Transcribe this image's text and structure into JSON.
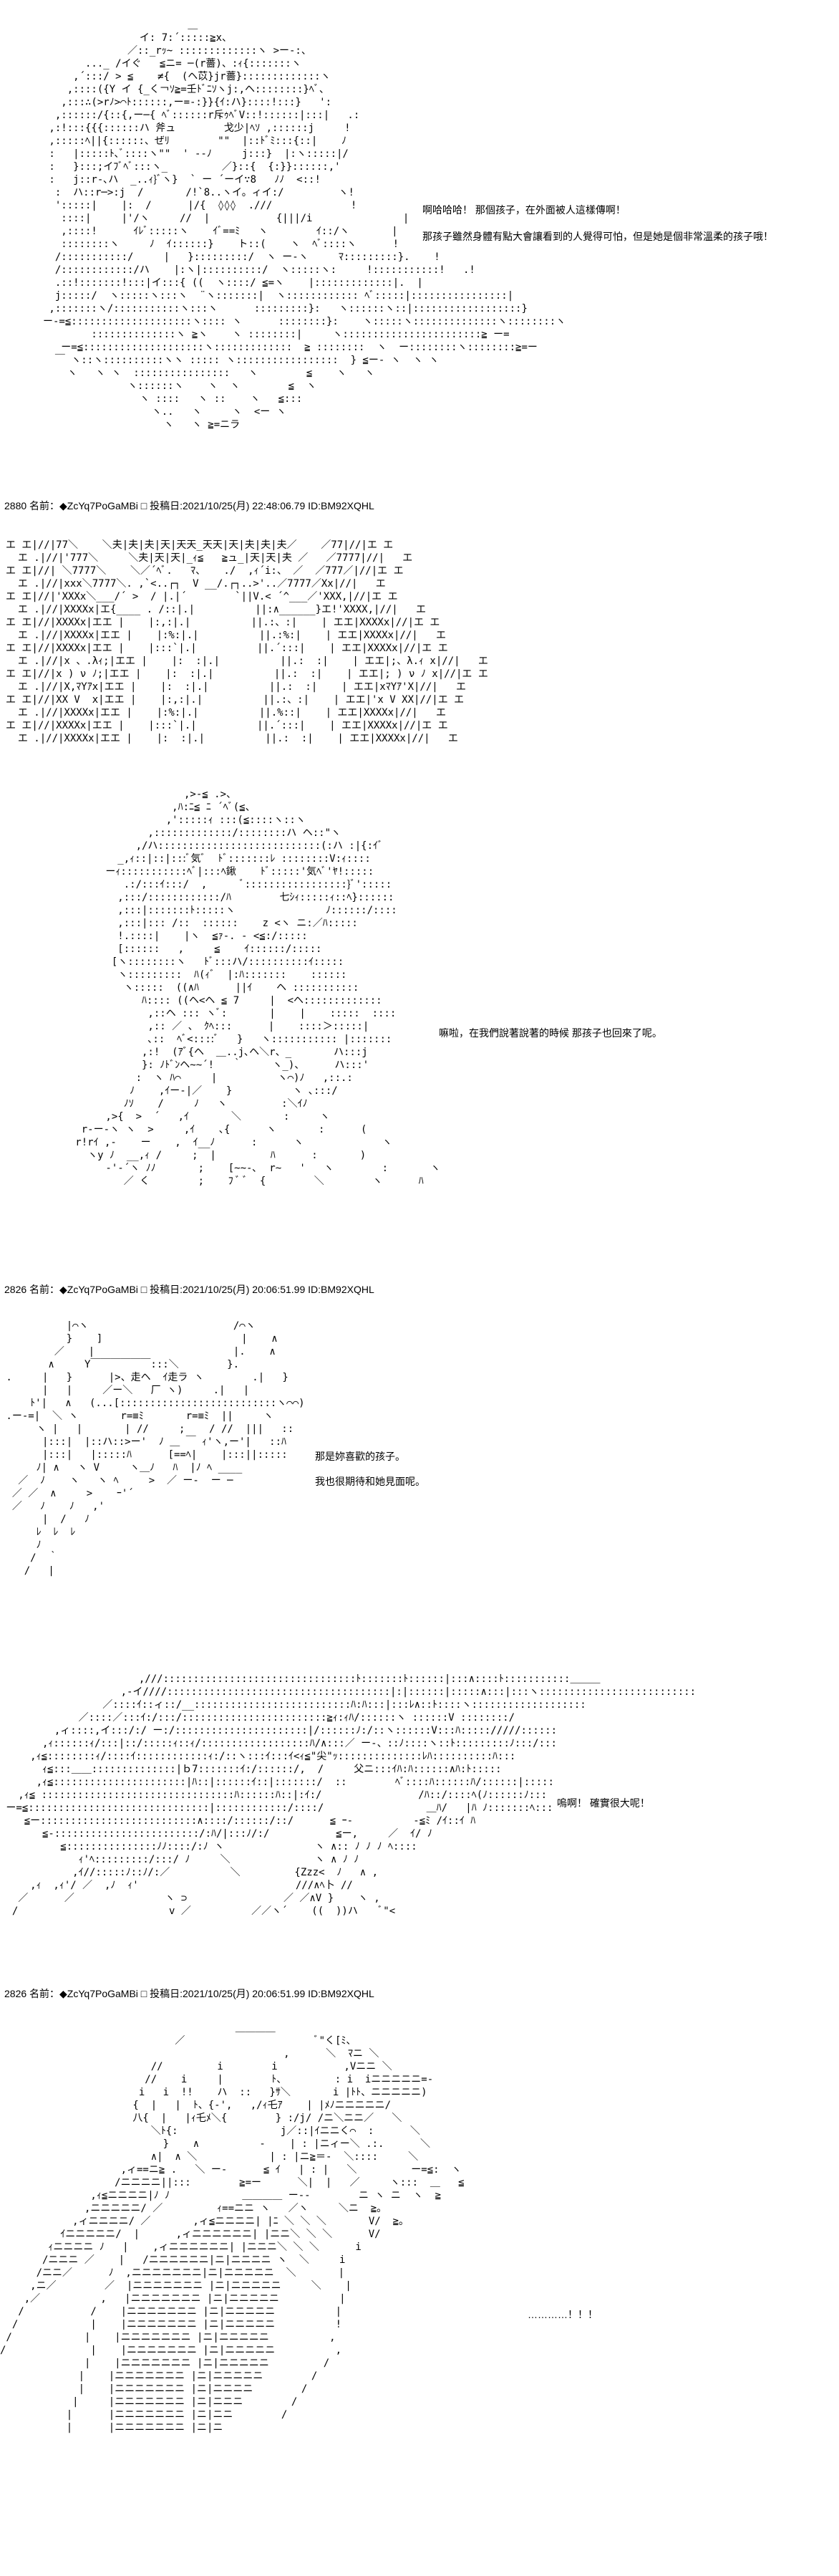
{
  "posts": [
    {
      "art": [
        "                        ＿",
        "                イ: 7:´:::::≧x、",
        "              ／::_rｯ~ :::::::::::::ヽ >ー-:、",
        "       ..._ /イぐ   ≦ニ= ─(r薔)、:ｨ{:::::::ヽ",
        "     ,´:::/ > ≦    ≠{  (ヘ苡}jr薔}:::::::::::::ヽ",
        "    ,::::({Y イ {_く￢ｿ≧=壬ﾄﾞﾆｿヽj:,ヘ::::::::}ﾍﾞ、",
        "   ,:::∴(>rﾉ>⌒ﾄ::::::,ー=-:}}{ｲ:ハ}::::!:::}   ':",
        "  ,::::::/{::{,ー─{ ﾍﾞ::::::r斥ｩﾍﾞV::!::::::|:::|   .:",
        " ,:!:::{{{::::::ハ 斧ュ        戈少|ﾍｿ ,::::::j     !",
        " ,:::::ﾍ||{::::::、ぜﾘ        \"\"  |::ﾄﾞﾐ:::{::|    ﾉ",
        " :   |:::::ﾄ､ﾞ::::ヽ\"\"  ' ‐-ﾉ     j:::}  |:ヽ:::::|/",
        " :   }:::;イﾌﾞﾍﾞ:::ヽ_         ／}::{  {:}}::::::,'",
        " :   j::r-､ハ  _..ｨ}ﾞヽ}  ` ー ´ーイ∵8   ﾉﾉ  <::!",
        "  :  ハ::r─>:j  /       /!`8..ヽイ。ィイ:/         ヽ!",
        "  ':::::|    |:  /      |/{  ◊◊◊  .///             !",
        "   ::::|     |'/ヽ     //  |           {|||/i               |",
        "   ,::::!      ｲﾚﾞ:::::ヽ    ｲﾞ==ﾐ   ヽ        ｲ::/ヽ       |",
        "   ::::::::ヽ     ﾉ  ｲ::::::}    ト::(    ヽ  ﾍﾞ::::ヽ      !",
        "  /:::::::::::/     |   }:::::::::/  ヽ ー-ヽ     ﾏ:::::::::}.    !",
        "  /::::::::::::/ハ    |:ヽ|::::::::::/  ヽ:::::ヽ:     !:::::::::::!   .!",
        "  .::!:::::::!:::|イ:::{ ((  ヽ::::/ ≦=ヽ    |:::::::::::::|.  |",
        "  j:::::/  ヽ:::::ヽ:::ヽ  ¨ヽ:::::::|  ヽ:::::::::::: ﾍﾞ:::::|::::::::::::::::|",
        " ,:::::::ヽ/:::::::::::ヽ:::ヽ      :::::::::}:   ヽ::::::ヽ::|::::::::::::::::::}",
        "ー-=≦::::::::::::::::::::ヽ:::: ヽ      ::::::::}:    ヽ:::::ヽ::::::::::::::ヽ::::::::ヽ",
        "        ::::::::::::::ヽ ≧ヽ    ヽ ::::::::|     ヽ:::::::::::::::::::::::≧ ー=",
        "   ー=≦::::::::::::::::::::ヽ:::::::::::::  ≧ ::::::::  ヽ  ー::::::::ヽ::::::::≧=ー",
        "  ￣ ヽ::ヽ::::::::::ヽヽ ::::: ヽ:::::::::::::::::  } ≦ー- ヽ  ヽ ヽ",
        "    ヽ   ヽ ヽ  ::::::::::::::::   ヽ        ≦    ヽ   ヽ",
        "              ヽ::::::ヽ    ヽ  ヽ        ≦  ヽ",
        "                ヽ ::::   ヽ ::    ヽ   ≦:::",
        "                  ヽ..   ヽ     ヽ  <ー ヽ",
        "                    ヽ   ヽ ≧=ニラ"
      ],
      "dialogue": [
        "啊哈哈哈！ 那個孩子，在外面被人這樣傳啊！",
        "那孩子雖然身體有點大會讓看到的人覺得可怕，但是她是個非常溫柔的孩子哦！"
      ],
      "header": "2880 名前：◆ZcYq7PoGaMBi □ 投稿日:2021/10/25(月) 22:48:06.79 ID:BM92XQHL"
    },
    {
      "art": [
        "エ エ|//|77＼    ＼夫|夫|夫|天|天天_天天|天|夫|夫|夫／    ／77|//|エ エ",
        "  エ .|//|'777＼     ＼夫|天|天|_ｨ≦   ≧ュ_|天|天|夫 ／   ／7777|//|   エ",
        "エ エ|//| ＼7777＼    ＼／´ﾍﾞ.   ﾏ、   ./  ,ｨ´i:、 ／  ／777／|//|エ エ",
        "  エ .|//|xxx＼7777＼. ,`<..┌┐  V __/.┌┐..>'..／7777／Xx|//|   エ",
        "エ エ|//|'XXXx＼___/´ >  / |.|´        `||V.< ´^___／'XXX,|//|エ エ",
        "  エ .|//|XXXXx|エ{____ . /::|.|          ||:∧______}エ!'XXXX,|//|   エ",
        "エ エ|//|XXXXx|エエ |    |:,:|.|          ||.:、:|    | エエ|XXXXx|//|エ エ",
        "  エ .|//|XXXXx|エエ |    |:%:|.|          ||.:%:|    | エエ|XXXXx|//|   エ",
        "エ エ|//|XXXXx|エエ |    |:::`|.|          ||.´:::|    | エエ|XXXXx|//|エ エ",
        "  エ .|//|x 、.λｨ;|エエ |    |:  :|.|          ||.:  :|    | エエ|;、λ.ｨ x|//|   エ",
        "エ エ|//|x ) ν ﾉ;|エエ |    |:  :|.|          ||.:  :|    | エエ|; ) ν ﾉ x|//|エ エ",
        "  エ .|//|X,ﾏYｱx|エエ |    |:  :|.|          ||.:  :|    | エエ|xﾏYｱ'X|//|   エ",
        "エ エ|//|XX V  x|エエ |    |:,:|.|          ||.:、:|    | エエ|'x V XX|//|エ エ",
        "  エ .|//|XXXXx|エエ |    |:%:|.|          ||.%::|    | エエ|XXXXx|//|   エ",
        "エ エ|//|XXXXx|エエ |    |:::`|.|          ||.´:::|    | エエ|XXXXx|//|エ エ",
        "  エ .|//|XXXXx|エエ |    |:  :|.|          ||.:  :|    | エエ|XXXXx|//|   エ"
      ]
    },
    {
      "art": [
        "                     ,>‐≦ .>、",
        "                   ,ﾊ:ﾆ≦ ﾆ ´ﾍﾞ(≦、",
        "                  ,':::::ｨ :::(≦::::ヽ::ヽ",
        "               ,:::::::::::::/::::::::ハ ヘ::\"ヽ",
        "             ,/ハ:::::::::::::::::::::::::::(:ハ :|{:ｲﾞ",
        "          _,ｨ::|::|:::ﾞ気ﾞ  ﾄﾞ:::::::ﾚ ::::::::V:ｨ::::",
        "        ーｨ:::::::::::ﾍﾞ|:::ﾍ鍬    ﾄﾞ:::::'気ﾍﾞ'ﾔ!:::::",
        "           .:/:::ｲ:::/  ,      ﾞ:::::::::::::::::}ﾞ':::::",
        "          ,:::/::::::::::::/ﾊ        七ｼｨ:::::ｨ::ﾍ}::::::",
        "          ,:::|:::::::ﾄ:::::ヽ               ﾉ::::::/::::",
        "          ,:::|::: /::  ::::::    z <ヽ ニ:／ﾊ:::::",
        "          !.::::|    |ヽ  ≦ｧ‐. ‐ <≦:/:::::",
        "          [::::::   ,     ≦    ｲ::::::/:::::",
        "         [ヽ::::::::ヽ   ﾄﾞ:::ハ/::::::::::ｲ:::::",
        "          ヽ:::::::::  ﾊ(ｨﾞ  |:ﾊ:::::::    ::::::",
        "           ヽ:::::  ((∧ﾊ      ||ｲ    ヘ :::::::::::",
        "              ﾊ:::: ((ヘ<ヘ ≦ 7     |  <ヘ:::::::::::::",
        "               ,::ヘ ::: ヽﾞ:       |    |    :::::  ::::",
        "               ,:: ／ 、 ｸﾍ:::      |    ::::＞:::::|",
        "               ､::  ﾍﾞ<::::ﾞ   }   ヽ::::::::::: |:::::::",
        "              ,:!  (ｱﾞ{ヘ  ＿..j､ヘ＼r、_       ハ:::j",
        "              }: ﾉﾄﾞﾝヘ~~´!   ｀     ヽ_)、     ハ:::'",
        "             :  ヽ ﾊ⌒     |          ヽ⌒)ﾉ   ,::.:",
        "            ﾉ    ,ｲー-|／    }          ヽ ､:::/",
        "           ﾉｿ    /     ﾉ   ヽ         :＼ｲﾉ",
        "        ,>{  >  ´   ,ｲ       ＼       :     ヽ",
        "    r-ー-ヽ ヽ  >     ,ｲ    ､{      ヽ       :      (",
        "   r!rｲ ,-    ー    ,  ｲ__ﾉ      :      ヽ             ヽ",
        "     ヽy ﾉ  __,ｨ /     ;  |         ﾊ      :       )",
        "        -'-´ヽ ﾉﾉ       ;    [~~-､  r~   '   ヽ        :       ヽ",
        "           ／ く        ;    ﾌ ﾞ ﾞ  {        ＼        ヽ      ﾊ"
      ],
      "dialogue": [
        "嘛啦，在我們說著說著的時候 那孩子也回來了呢。"
      ],
      "header": "2826 名前：◆ZcYq7PoGaMBi □ 投稿日:2021/10/25(月) 20:06:51.99 ID:BM92XQHL"
    },
    {
      "art": [
        "           |⌒ヽ                        /⌒ヽ",
        "           }    ]                       |    ∧",
        "         ／    |                       |.    ∧",
        "        ∧     Y￣￣￣￣￣￣:::＼        }.",
        " .     |   }      |>、走ヘ  ｲ走ラ ヽ        .|   }",
        "       |   |     ／ー＼   厂 ヽ)     .|   |",
        "     ﾄ'|   ∧   (...[::::::::::::::::::::::::::ヽ⌒⌒)",
        " .ー-=|  ＼ ヽ       r=≡ﾐ       r=≡ﾐ  ||     ヽ",
        "      ヽ |   |       | //     ;    / //  |||   ::",
        "       |:::|  |::ハ::>ー'  ﾉ ＿ ￣ ｨ'ヽ,ー'|   ::ﾊ",
        "       |:::|   |:::::ﾊ      [==ﾍ|    |:::||:::::",
        "      ﾉ| ∧   ヽ V     ヽ＿ﾉ   ﾊ  |ﾉ ﾍ ____",
        "   ／  ﾉ    ヽ   ヽ ﾍ     >  ／ ー-  ー ─",
        "  ／ ／  ∧     >    ｰ'´",
        "  ／   ﾉ    ﾉ   ,'",
        "       |  /   ﾉ",
        "      ﾚ  ﾚ  ﾚ",
        "      ﾉ",
        "     /  ｀",
        "    /   |"
      ],
      "dialogue": [
        "那是妳喜歡的孩子。",
        "我也很期待和她見面呢。"
      ]
    },
    {
      "art": [
        "                       ,///::::::::::::::::::::::::::::::::ﾄ:::::::ﾄ::::::|:::∧::::ﾄ:::::::::::＿＿＿",
        "                    ,-イ////:::::::::::::::::::::::::::::::::::::|:|::::::|:::::∧:::|:::ヽ::::::::::::::::::::::::::",
        "                 ／::::ｲ::ィ::/__::::::::::::::::::::::::::ﾊ:ﾊ:::|:::ﾚ∧::ﾄ::::ヽ:::::::::::::::::::",
        "             ／::::／:::ｲ:/:::/::::::::::::::::::::::::≧ｨ:ｨﾊ/::::::ヽ ::::::V ::::::::/",
        "         ,ィ::::,イ:::/:/ ー:/::::::::::::::::::::::|/::::::ﾉ:/::ヽ::::::V:::ﾊ::::://///::::::",
        "       ,ｨ::::::ｨ/:::|::/:::::ｨ::ｨ/::::::::::::::::::ﾊ/∧:::／ ー-、::ﾉ::::ヽ::ﾄ:::::::::ﾉ:::/:::",
        "     ,ｨ≦::::::::ｨ/::::ｲ::::::::::::ｨ:/::ヽ:::ｲ:::ｲ<ｨ≦\"尖\"ｯ::::::::::::::ﾚﾊ::::::::::ﾊ:::",
        "       ｨ≦:::＿＿::::::::::::::|ｂ7:::::::ｲ:/::::::/,  /     父ニ:::ｲﾊ:ﾊ::::::∧ﾊ:ﾄ:::::",
        "      ,ｨ≦::::::::::::::::::::::|ﾊ::|::::::ｲ::|:::::::/  ::        ﾍﾞ::::ﾊ::::::ﾊ/::::::|:::::",
        "   ,ｨ≦ ::::::::::::::::::::::::::::::::ﾊ::::::ﾊ::|:ｲ:/                /ﾊ::/::::ﾍ(ﾉ::::::ﾉ:::",
        " ー=≦::::::::::::::::::::::::::::::|::::::::::::/::::/                 ＿ﾊ/   |ﾊ ﾉ:::::::ﾍ:::",
        "    ≦ー::::::::::::::::::::::::::∧::::/::::::/::/      ≦ ｰ-          -≦ﾐ /ｲ::ｲ ﾊ",
        "       ≦-::::::::::::::::::::::::/:ﾊ/|:::ﾉ/:/           ≦ー,     ／  ｲ/ ﾉ",
        "          ≦:::::::::::::::ﾉﾉ::::/:ﾉ ヽ               ヽ ∧:: ﾉ ﾉ ﾉ ﾍ::::",
        "             ｨ'ﾍ:::::::::/:::/ ﾉ     ＼              ヽ ∧ ﾉ ﾉ",
        "            ,ｲ//:::::ﾉ::ﾉ/:／          ＼         {Zzz<  ﾉ   ∧ ,",
        "     ,ｨ  ,ｨ'/ ／  ,ﾉ  ｨ'                          ///∧ﾍ卜 //",
        "   ／      ／               ヽ ⊃                ／ ／∧V }    ヽ ,",
        "  /                         v ／          ／／ヽ´    ((  ))ハ    ﾞ\"<"
      ],
      "dialogue": [
        "嗚啊！ 確實很大呢！"
      ],
      "header": "2826 名前：◆ZcYq7PoGaMBi □ 投稿日:2021/10/25(月) 20:06:51.99 ID:BM92XQHL"
    },
    {
      "art": [
        "                                       ＿＿＿＿",
        "                             ／                      ﾞ\"く[ﾐ、",
        "                                               ,      ＼  ﾏニ ＼",
        "                         //         i        i           ,Vニニ ＼",
        "                        //    i     |        ﾄ、        : i  iニニニニニ=-",
        "                       i   i  !!    ハ  ::   }ｻ＼       i |ﾄﾄ、ニニニニニ)",
        "                      {  |   |  ﾄ、{-',   ,/ｨ乇ｱ    | |ﾒﾉニニニニニ/",
        "                      八{  |   |ｨ乇ﾒ＼{        } :/j/ /ニ＼ニニ／   ＼",
        "                         ＼ﾄ{:                 j／::|ｲニニく⌒  :      ＼",
        "                           }    ∧          -    | : |ニィー＼ .:.      ＼",
        "                         ∧|  ∧ ＼            | : |ニ≧＝-  ＼::::     ＼",
        "                    ,ィ==ニ≧ .   ＼ ー-      ≦ ｲ   | : |   ＼         ー=≦:  ヽ",
        "                   /ニニニニ||:::        ≧=ー      ＼|  |   ／     ヽ:::  ＿   ≦",
        "               ,ｨ≦ニニニニ|ﾉ ﾉ            ＿＿＿＿ ー--        ニ ヽ ニ  ヽ  ≧",
        "              ,ニニニニニ/ ／         ｨ==ニニ ヽ   ／ヽ     ＼ニ  ≧。",
        "            ,ィニニニニ/ ／       ,ィ≦ニニニニ| |ﾆ ＼ ＼ ＼       V/  ≧。",
        "          ｲニニニニニ/  |      ,ィニニニニニニ| |ニニ＼ ＼ ＼      V/",
        "        ｨニニニニ ﾉ   |    ,ィニニニニニニ| |ニニニ＼ ＼ ＼      i",
        "       /ニニニ ／    |   /ニニニニニニ|ニ|ニニニニ ヽ  ＼     i",
        "      /ニニ／      ﾉ  ,ニニニニニニニ|ニ|ニニニニニ  ＼       |",
        "     ,ニ／        ／  |ニニニニニニニ |ニ|ニニニニニ     ＼    |",
        "    ,／          ,   |ニニニニニニニ |ニ|ニニニニニ          |",
        "   /           /    |ニニニニニニニ |ニ|ニニニニニ          |",
        "  /            |    |ニニニニニニニ |ニ|ニニニニニ          !",
        " /            |    |ニニニニニニニ |ニ|ニニニニニ          ,",
        "/              |    |ニニニニニニニ |ニ|ニニニニニ          ,",
        "              |    |ニニニニニニニ |ニ|ニニニニニ         /",
        "             |    |ニニニニニニニ |ニ|ニニニニニ        /",
        "             |    |ニニニニニニニ |ニ|ニニニニ        /",
        "            |     |ニニニニニニニ |ニ|ニニニ        /",
        "           |      |ニニニニニニニ |ニ|ニニ        /",
        "           |      |ニニニニニニニ |ニ|ニ"
      ],
      "dialogue": [
        "…………！！！"
      ]
    }
  ]
}
